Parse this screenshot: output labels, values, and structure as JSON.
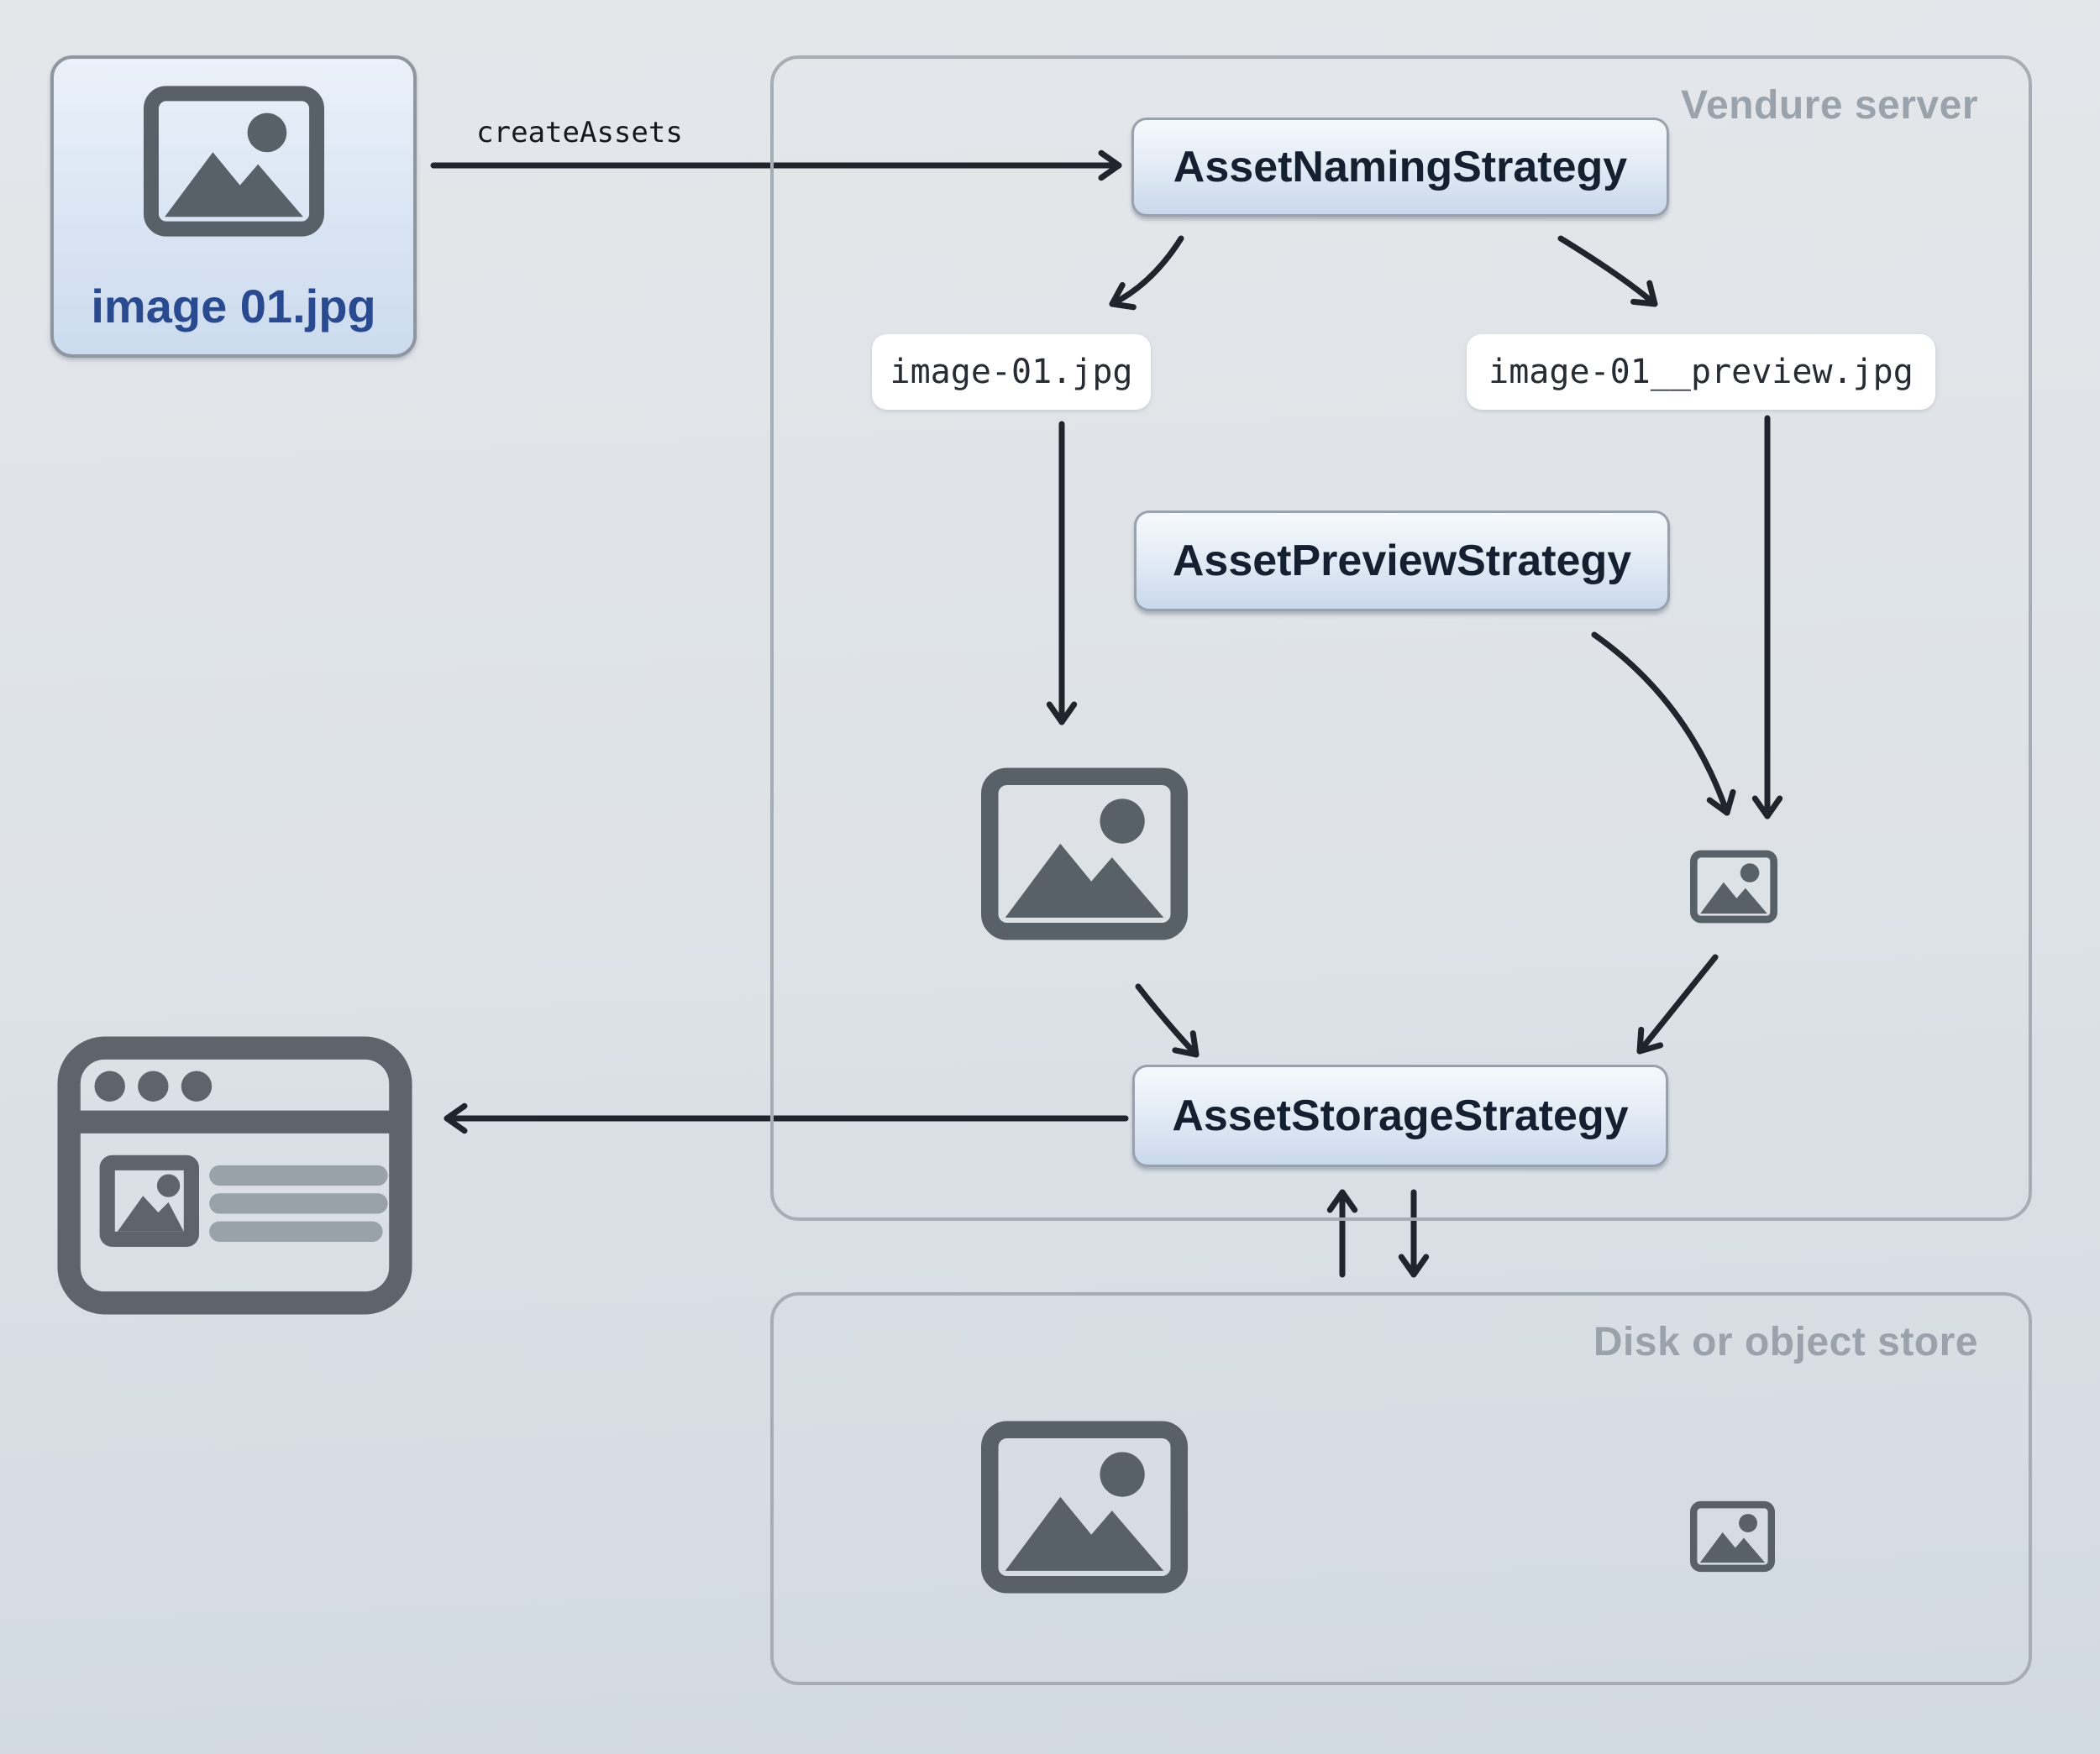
{
  "source_file": {
    "label": "image 01.jpg"
  },
  "flow": {
    "create_assets_label": "createAssets"
  },
  "server": {
    "label": "Vendure server",
    "naming_strategy_label": "AssetNamingStrategy",
    "preview_strategy_label": "AssetPreviewStrategy",
    "storage_strategy_label": "AssetStorageStrategy",
    "source_filename": "image-01.jpg",
    "preview_filename": "image-01__preview.jpg"
  },
  "store": {
    "label": "Disk or object store"
  },
  "icons": {
    "source_image": "image-icon",
    "server_full_image": "image-icon",
    "server_preview_image": "image-icon-small",
    "store_full_image": "image-icon",
    "store_preview_image": "image-icon-small",
    "browser": "browser-window-icon"
  },
  "colors": {
    "background_top": "#e4e7ea",
    "background_bottom": "#d2dae2",
    "container_border": "#a6adb4",
    "container_label": "#9aa3ab",
    "button_fill_top": "#f5f9fc",
    "button_fill_bottom": "#c9d8ec",
    "button_border": "#99a1ac",
    "button_text": "#141f30",
    "chip_background": "#ffffff",
    "chip_text": "#272c33",
    "file_label_blue": "#2a4a8f",
    "icon_gray": "#586068",
    "browser_icon_gray": "#5d646b",
    "browser_line_gray": "#99a1a9",
    "arrow": "#20252d"
  }
}
